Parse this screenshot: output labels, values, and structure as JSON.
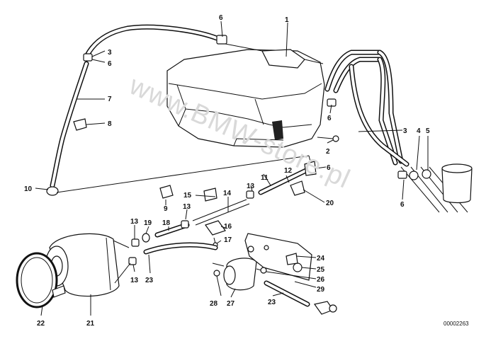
{
  "diagram": {
    "watermark": "www.BMW-store.pl",
    "reference": "00002263",
    "callouts": [
      {
        "id": "c1",
        "label": "1"
      },
      {
        "id": "c2",
        "label": "2"
      },
      {
        "id": "c3a",
        "label": "3"
      },
      {
        "id": "c3b",
        "label": "3"
      },
      {
        "id": "c4",
        "label": "4"
      },
      {
        "id": "c5",
        "label": "5"
      },
      {
        "id": "c6a",
        "label": "6"
      },
      {
        "id": "c6b",
        "label": "6"
      },
      {
        "id": "c6c",
        "label": "6"
      },
      {
        "id": "c6d",
        "label": "6"
      },
      {
        "id": "c6e",
        "label": "6"
      },
      {
        "id": "c7",
        "label": "7"
      },
      {
        "id": "c8",
        "label": "8"
      },
      {
        "id": "c9",
        "label": "9"
      },
      {
        "id": "c10",
        "label": "10"
      },
      {
        "id": "c11",
        "label": "11"
      },
      {
        "id": "c12",
        "label": "12"
      },
      {
        "id": "c13a",
        "label": "13"
      },
      {
        "id": "c13b",
        "label": "13"
      },
      {
        "id": "c13c",
        "label": "13"
      },
      {
        "id": "c13d",
        "label": "13"
      },
      {
        "id": "c14",
        "label": "14"
      },
      {
        "id": "c15",
        "label": "15"
      },
      {
        "id": "c16",
        "label": "16"
      },
      {
        "id": "c17",
        "label": "17"
      },
      {
        "id": "c18",
        "label": "18"
      },
      {
        "id": "c19",
        "label": "19"
      },
      {
        "id": "c20",
        "label": "20"
      },
      {
        "id": "c21",
        "label": "21"
      },
      {
        "id": "c22",
        "label": "22"
      },
      {
        "id": "c23a",
        "label": "23"
      },
      {
        "id": "c23b",
        "label": "23"
      },
      {
        "id": "c24",
        "label": "24"
      },
      {
        "id": "c25",
        "label": "25"
      },
      {
        "id": "c26",
        "label": "26"
      },
      {
        "id": "c27",
        "label": "27"
      },
      {
        "id": "c28",
        "label": "28"
      },
      {
        "id": "c29",
        "label": "29"
      }
    ]
  }
}
